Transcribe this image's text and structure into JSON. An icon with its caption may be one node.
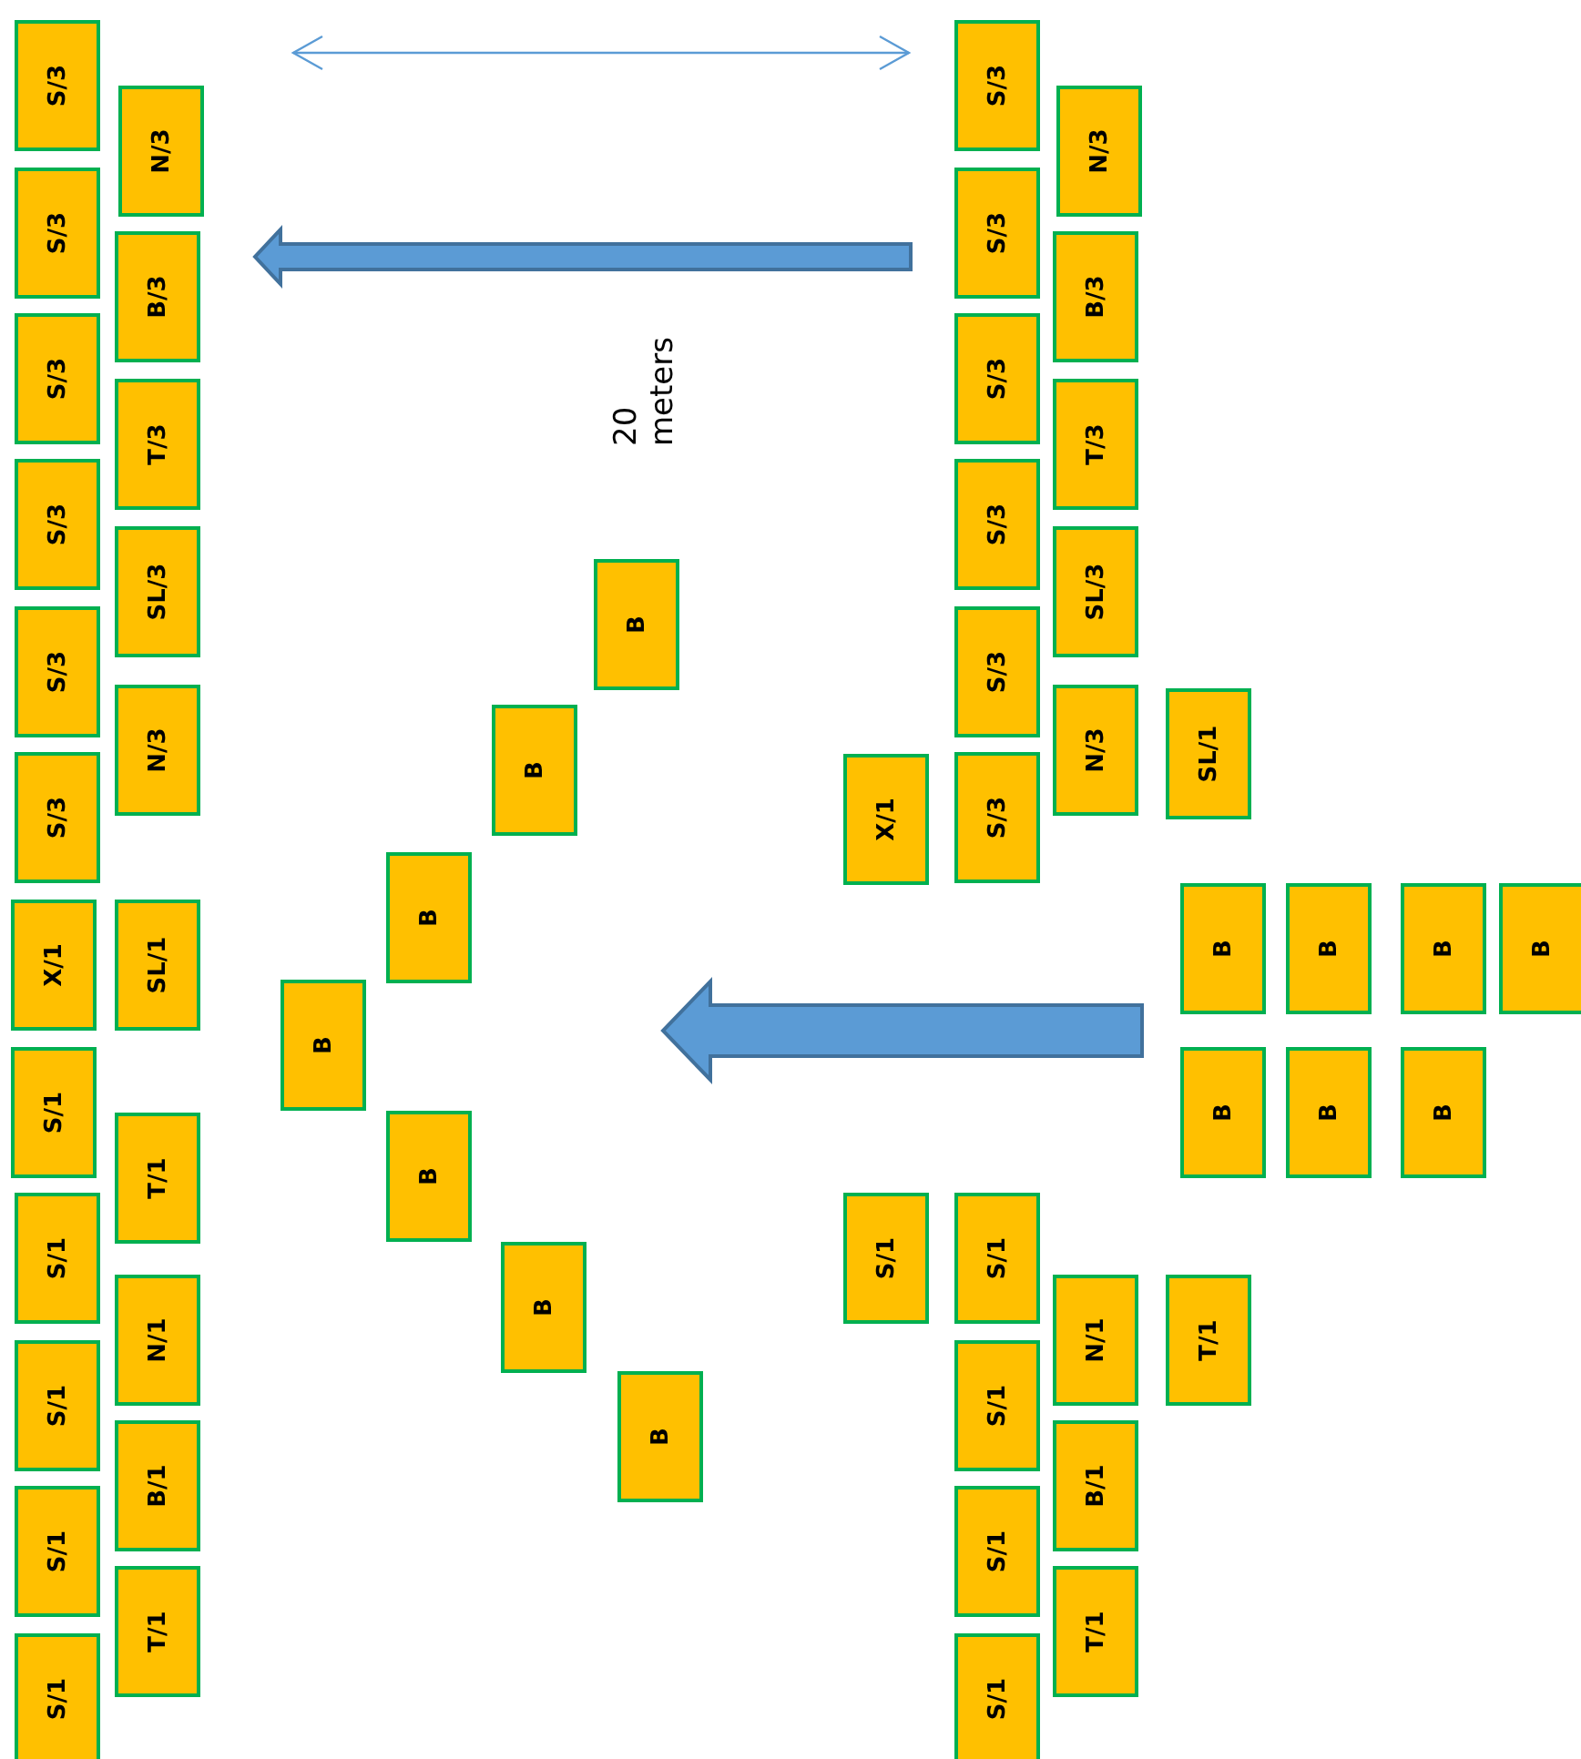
{
  "diagram": {
    "nodes": [
      {
        "text": [
          "S/3"
        ]
      },
      {
        "text": [
          "S/3"
        ]
      },
      {
        "text": [
          "S/3"
        ]
      },
      {
        "text": [
          "S/3"
        ]
      },
      {
        "text": [
          "S/3"
        ]
      },
      {
        "text": [
          "S/3"
        ]
      },
      {
        "text": [
          "X/1"
        ]
      },
      {
        "text": [
          "S/1"
        ]
      },
      {
        "text": [
          "S/1"
        ]
      },
      {
        "text": [
          "S/1"
        ]
      },
      {
        "text": [
          "S/1"
        ]
      },
      {
        "text": [
          "S/1"
        ]
      },
      {
        "text": [
          "N/3"
        ]
      },
      {
        "text": [
          "B/3"
        ]
      },
      {
        "text": [
          "T/3"
        ]
      },
      {
        "text": [
          "SL/3"
        ]
      },
      {
        "text": [
          "N/3"
        ]
      },
      {
        "text": [
          "SL/1"
        ]
      },
      {
        "text": [
          "T/1"
        ]
      },
      {
        "text": [
          "N/1"
        ]
      },
      {
        "text": [
          "B/1"
        ]
      },
      {
        "text": [
          "T/1"
        ]
      },
      {
        "text": [
          "B"
        ]
      },
      {
        "text": [
          "B"
        ]
      },
      {
        "text": [
          "B"
        ]
      },
      {
        "text": [
          "B"
        ]
      },
      {
        "text": [
          "B"
        ]
      },
      {
        "text": [
          "B"
        ]
      },
      {
        "text": [
          "B"
        ]
      },
      {
        "text": [
          "X/1"
        ]
      },
      {
        "text": [
          "S/1"
        ]
      },
      {
        "text": [
          "S/3"
        ]
      },
      {
        "text": [
          "S/3"
        ]
      },
      {
        "text": [
          "S/3"
        ]
      },
      {
        "text": [
          "S/3"
        ]
      },
      {
        "text": [
          "S/3"
        ]
      },
      {
        "text": [
          "S/3"
        ]
      },
      {
        "text": [
          "S/1"
        ]
      },
      {
        "text": [
          "S/1"
        ]
      },
      {
        "text": [
          "S/1"
        ]
      },
      {
        "text": [
          "S/1"
        ]
      },
      {
        "text": [
          "N/3"
        ]
      },
      {
        "text": [
          "B/3"
        ]
      },
      {
        "text": [
          "T/3"
        ]
      },
      {
        "text": [
          "SL/3"
        ]
      },
      {
        "text": [
          "N/3"
        ]
      },
      {
        "text": [
          "N/1"
        ]
      },
      {
        "text": [
          "B/1"
        ]
      },
      {
        "text": [
          "T/1"
        ]
      },
      {
        "text": [
          "SL/1"
        ]
      },
      {
        "text": [
          "T/1"
        ]
      },
      {
        "text": [
          "B"
        ]
      },
      {
        "text": [
          "B"
        ]
      },
      {
        "text": [
          "B"
        ]
      },
      {
        "text": [
          "B"
        ]
      },
      {
        "text": [
          "B"
        ]
      },
      {
        "text": [
          "B"
        ]
      },
      {
        "text": [
          "B"
        ]
      }
    ],
    "labels": [
      "20 meters"
    ]
  }
}
